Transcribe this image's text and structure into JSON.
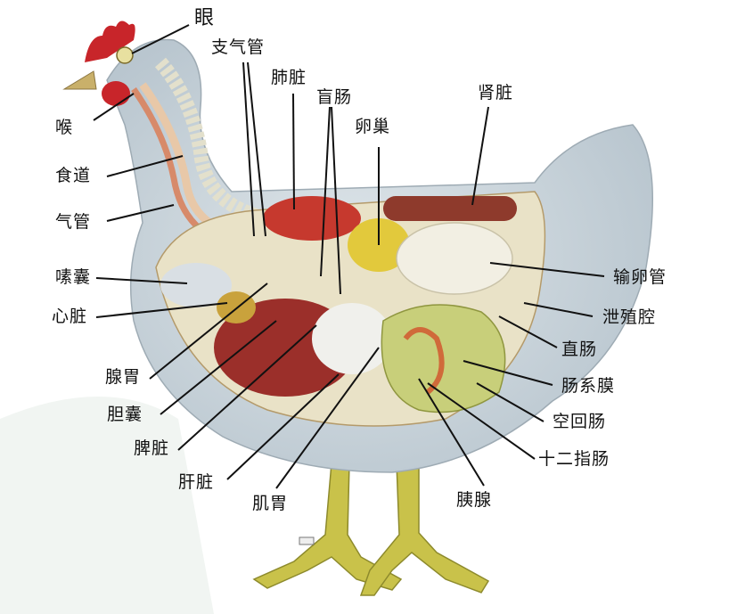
{
  "labels": {
    "eye": "眼",
    "bronchus": "支气管",
    "lung": "肺脏",
    "cecum": "盲肠",
    "ovary": "卵巢",
    "kidney": "肾脏",
    "larynx": "喉",
    "esophagus": "食道",
    "trachea": "气管",
    "crop": "嗉囊",
    "heart": "心脏",
    "proventriculus": "腺胃",
    "gallbladder": "胆囊",
    "spleen": "脾脏",
    "liver": "肝脏",
    "gizzard": "肌胃",
    "pancreas": "胰腺",
    "oviduct": "输卵管",
    "cloaca": "泄殖腔",
    "rectum": "直肠",
    "mesentery": "肠系膜",
    "jejunum_ileum": "空回肠",
    "duodenum": "十二指肠"
  },
  "colors": {
    "body": "#c9d4dc",
    "comb": "#c8252a",
    "legs": "#c9c24a",
    "organ_red": "#9b2f2a",
    "organ_yellow": "#e2c93c",
    "intestine": "#c8cf7a",
    "leader": "#111111"
  }
}
